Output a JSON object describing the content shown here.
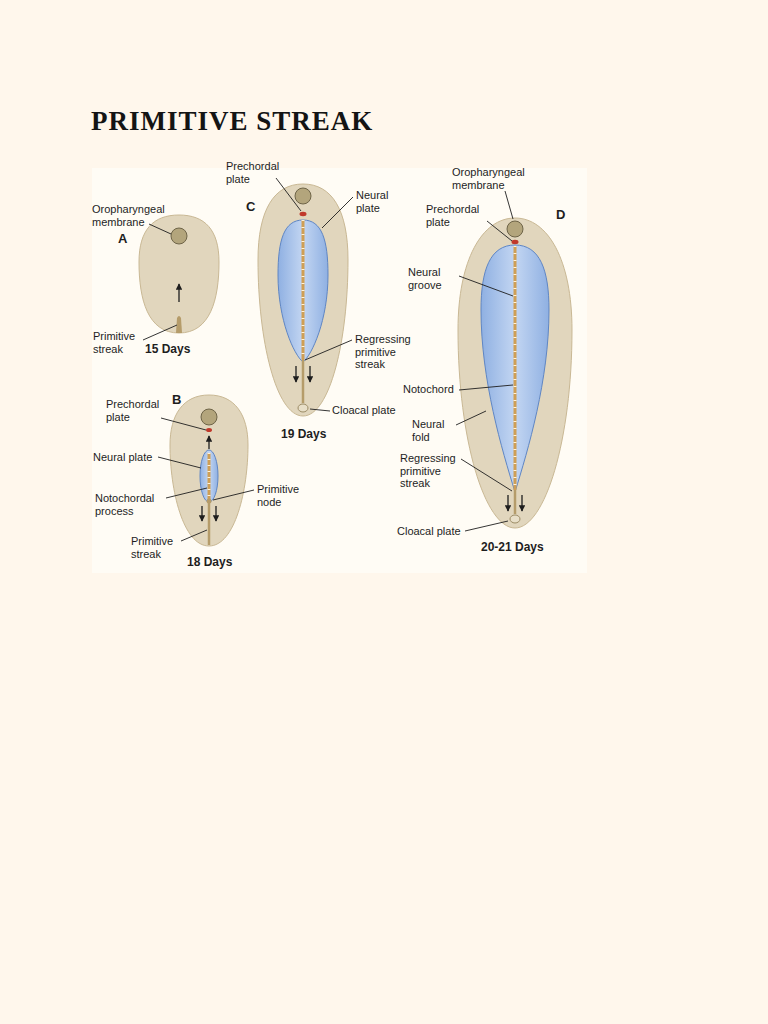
{
  "diagram": {
    "title": "PRIMITIVE STREAK",
    "labels": [
      "Oropharyngeal membrane",
      "A",
      "Primitive streak",
      "15 Days",
      "Prechordal plate",
      "B",
      "Neural plate",
      "Notochordal process",
      "Primitive node",
      "Primitive streak",
      "18 Days",
      "Prechordal plate",
      "C",
      "Neural plate",
      "Regressing primitive streak",
      "Cloacal plate",
      "19 Days",
      "Oropharyngeal membrane",
      "Prechordal plate",
      "D",
      "Neural groove",
      "Notochord",
      "Neural fold",
      "Regressing primitive streak",
      "Cloacal plate",
      "20-21 Days"
    ]
  }
}
